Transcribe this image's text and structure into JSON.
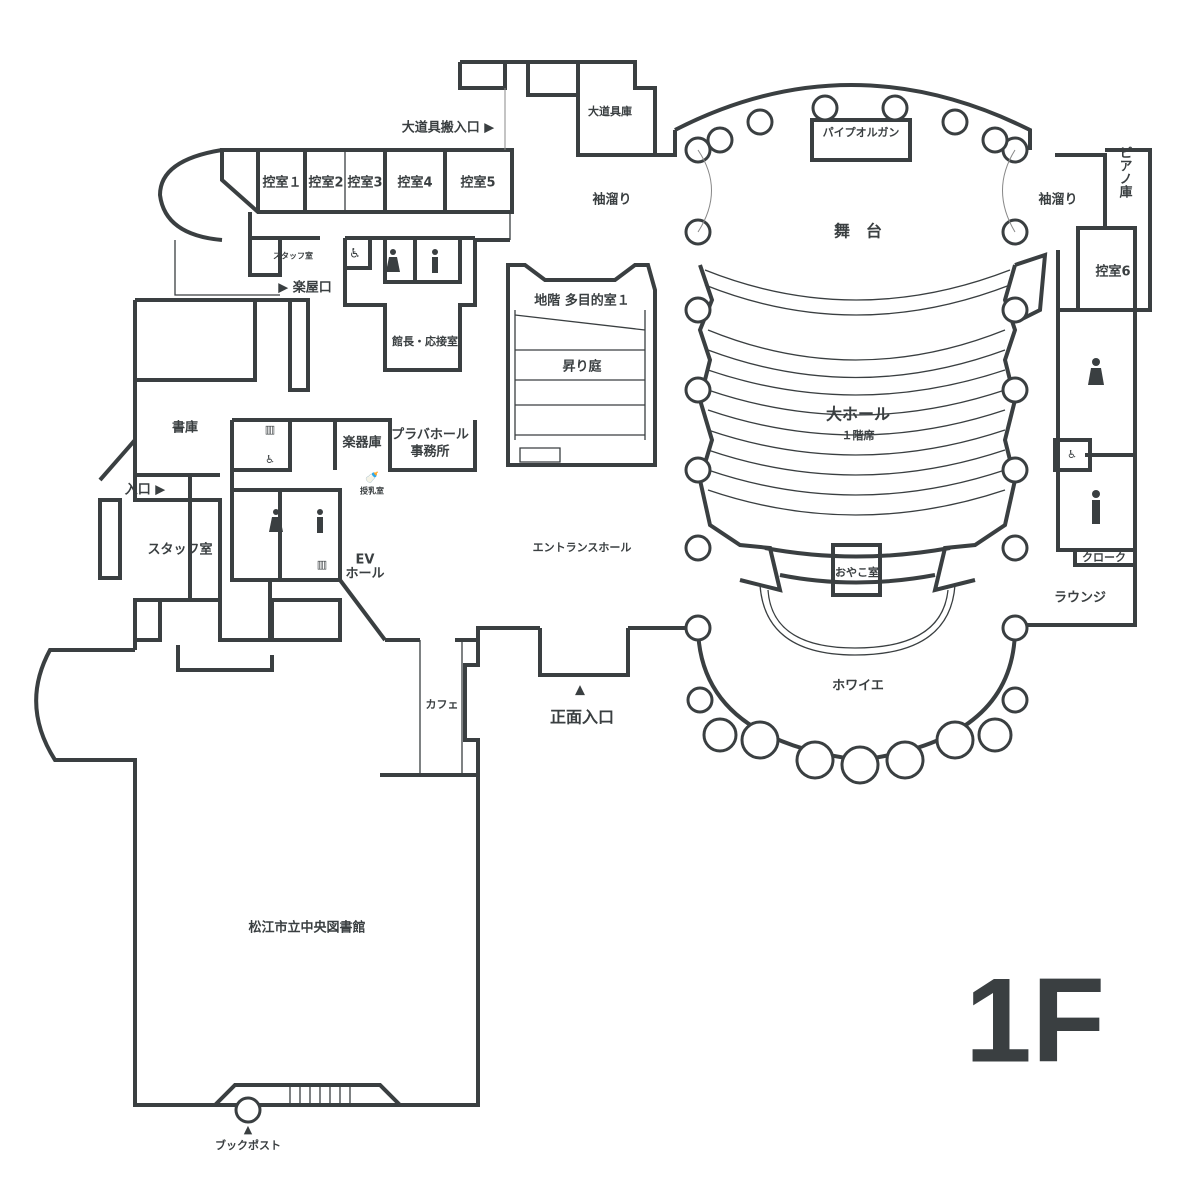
{
  "floor": "1F",
  "colors": {
    "wall": "#3a3f41",
    "background": "#ffffff"
  },
  "rooms": {
    "hikae1": "控室１",
    "hikae2": "控室2",
    "hikae3": "控室3",
    "hikae4": "控室4",
    "hikae5": "控室5",
    "hikae6": "控室6",
    "staff_small": "スタッフ室",
    "gakuya_entrance": "▶ 楽屋口",
    "large_props_entrance": "大道具搬入口 ▶",
    "large_props_storage": "大道具庫",
    "pipe_organ": "パイプオルガン",
    "wing_left": "袖溜り",
    "wing_right": "袖溜り",
    "stage": "舞　台",
    "piano_storage": "ピアノ庫",
    "director_room": "館長・応接室",
    "multipurpose": "地階 多目的室１",
    "noboriniwa": "昇り庭",
    "instrument_storage": "楽器庫",
    "office_line1": "プラバホール",
    "office_line2": "事務所",
    "nursing": "授乳室",
    "book_storage": "書庫",
    "entrance_side": "入口 ▶",
    "staff_room": "スタッフ室",
    "ev_line1": "EV",
    "ev_line2": "ホール",
    "entrance_hall": "エントランスホール",
    "main_hall": "大ホール",
    "main_hall_sub": "１階席",
    "oyako": "おやこ室",
    "cloak": "クローク",
    "lounge": "ラウンジ",
    "foyer": "ホワイエ",
    "cafe": "カフェ",
    "main_entrance": "正面入口",
    "library": "松江市立中央図書館",
    "book_post": "ブックポスト"
  },
  "icons": [
    "womens-restroom-icon",
    "mens-restroom-icon",
    "wheelchair-icon",
    "elevator-icon",
    "multipurpose-restroom-icon",
    "smoking-icon",
    "nursing-bottle-icon",
    "arrow-up-icon"
  ]
}
